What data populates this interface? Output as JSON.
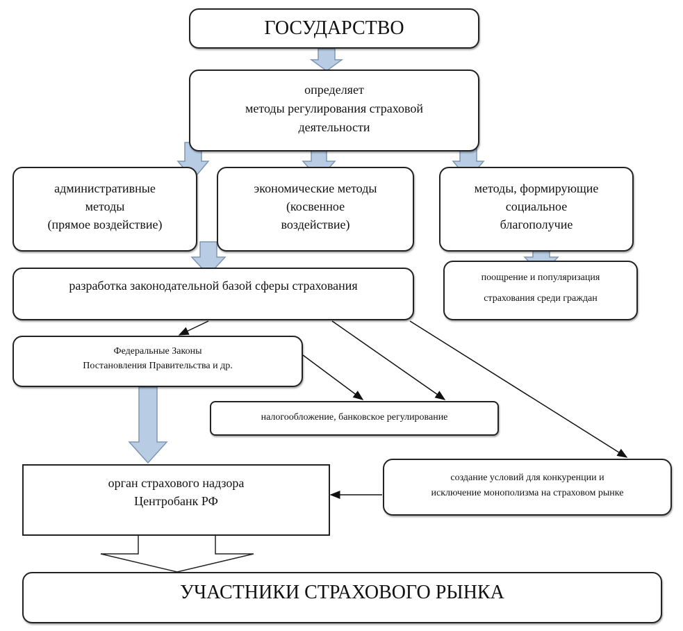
{
  "nodes": {
    "state": "ГОСУДАРСТВО",
    "defines": [
      "определяет",
      "методы регулирования страховой",
      "деятельности"
    ],
    "administrative": [
      "административные",
      "методы",
      "(прямое воздействие)"
    ],
    "economic": [
      "экономические методы",
      "(косвенное",
      "воздействие)"
    ],
    "social": [
      "методы, формирующие",
      "социальное",
      "благополучие"
    ],
    "legislation": "разработка законодательной базой сферы страхования",
    "promotion": [
      "поощрение и популяризация",
      "страхования среди граждан"
    ],
    "laws": [
      "Федеральные Законы",
      "Постановления Правительства и др."
    ],
    "taxation": "налогообложение, банковское регулирование",
    "competition": [
      "создание условий для конкуренции и",
      "исключение монополизма на страховом рынке"
    ],
    "supervisor": [
      "орган страхового надзора",
      "Центробанк РФ"
    ],
    "participants": "УЧАСТНИКИ СТРАХОВОГО РЫНКА"
  },
  "colors": {
    "block_arrow_fill": "#b8cce4",
    "block_arrow_stroke": "#7f95b3",
    "line": "#222222"
  }
}
